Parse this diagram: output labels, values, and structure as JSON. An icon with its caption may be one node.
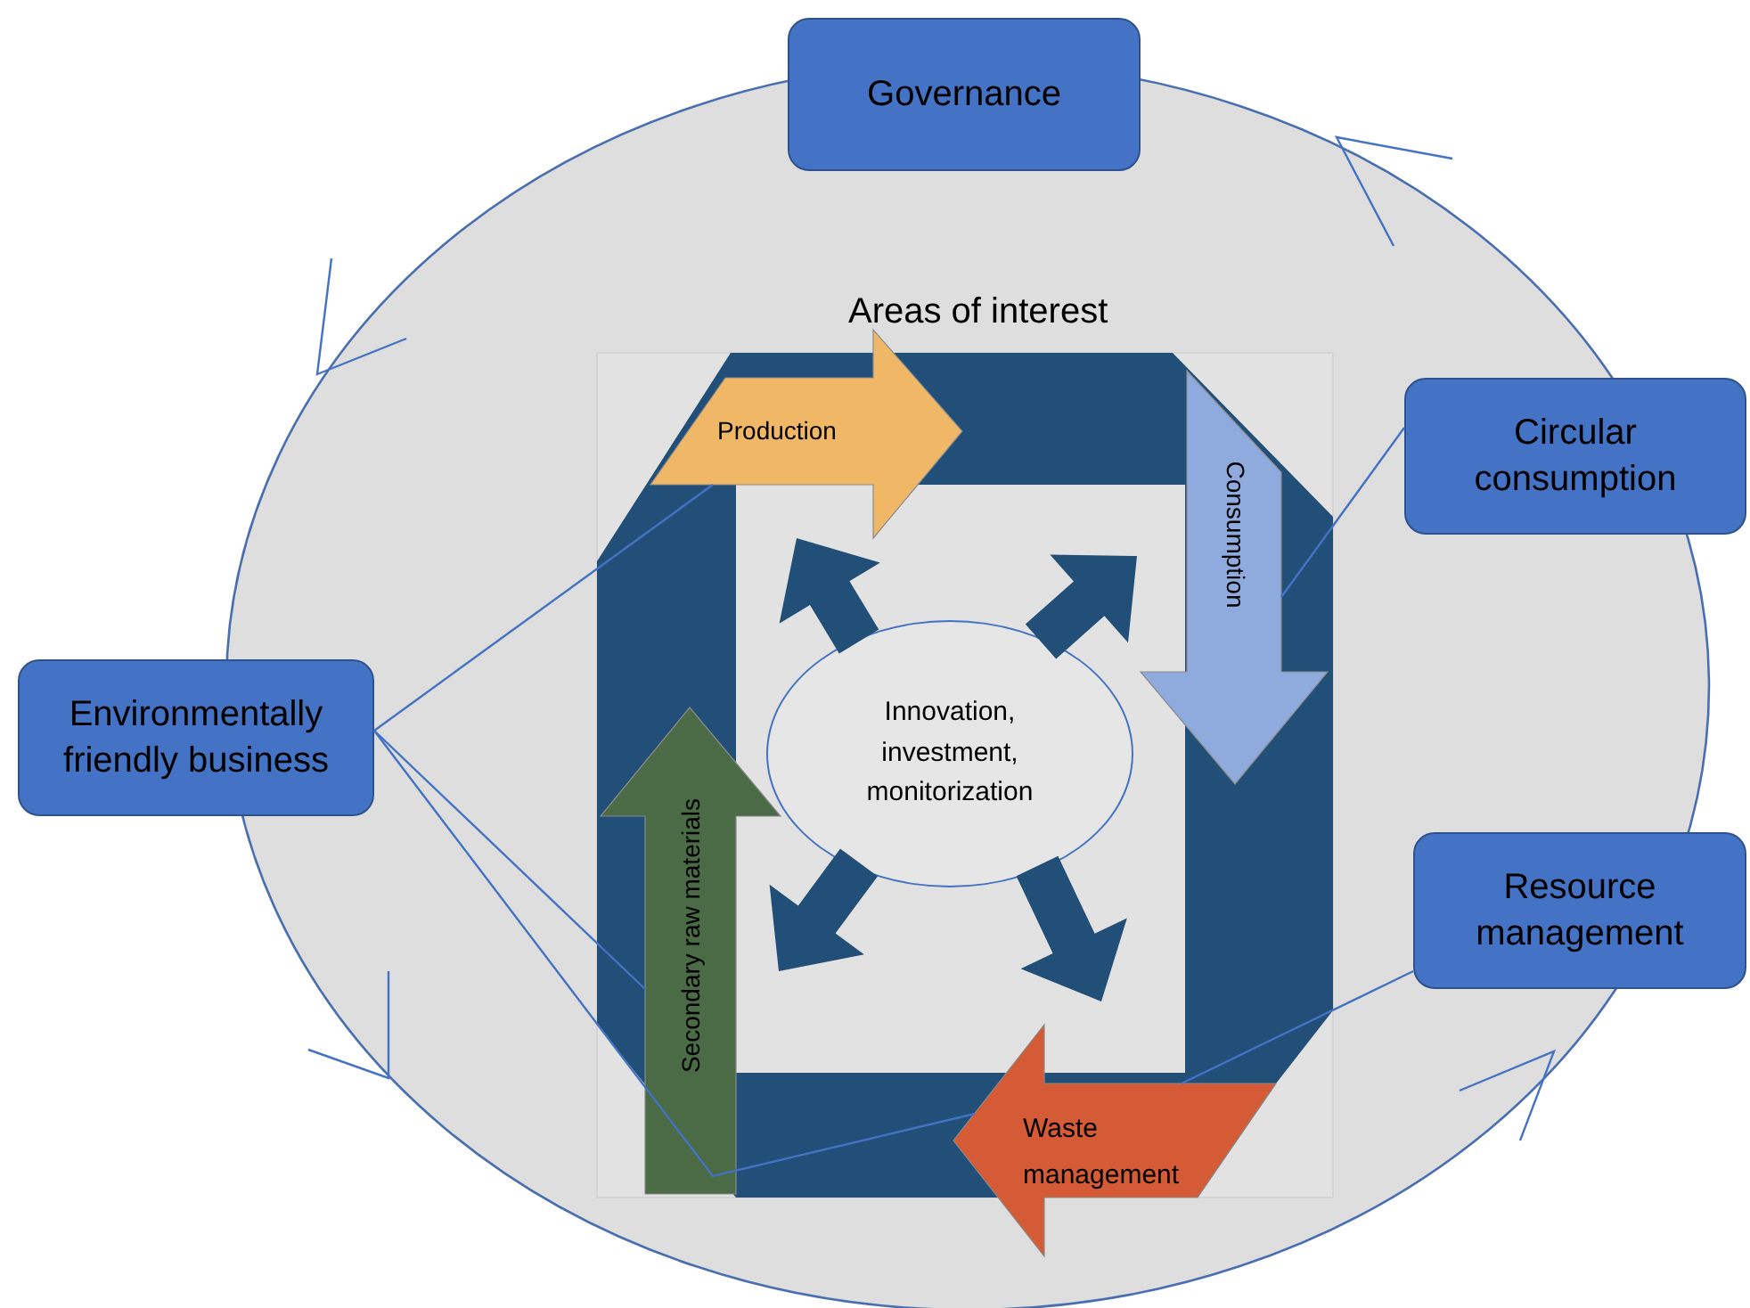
{
  "diagram": {
    "nodes": [
      {
        "text": [
          "Governance"
        ]
      },
      {
        "text": [
          "Circular consumption"
        ]
      },
      {
        "text": [
          "Environmentally friendly business"
        ]
      },
      {
        "text": [
          "Resource management"
        ]
      },
      {
        "text": [
          "Production"
        ]
      },
      {
        "text": [
          "Consumption"
        ]
      },
      {
        "text": [
          "Waste management"
        ]
      },
      {
        "text": [
          "Secondary raw materials"
        ]
      },
      {
        "text": [
          "Innovation, investment, monitorization"
        ]
      }
    ],
    "edges": [
      {
        "from": 1,
        "to": 5,
        "arrow": "none"
      },
      {
        "from": 2,
        "to": 4,
        "arrow": "none"
      },
      {
        "from": 2,
        "to": 7,
        "arrow": "none"
      },
      {
        "from": 2,
        "to": 6,
        "arrow": "none"
      },
      {
        "from": 3,
        "to": 6,
        "arrow": "none"
      },
      {
        "from": 8,
        "to": 4,
        "arrow": "to",
        "style": "thick",
        "color": "#214f78"
      },
      {
        "from": 8,
        "to": 5,
        "arrow": "to",
        "style": "thick",
        "color": "#214f78"
      },
      {
        "from": 8,
        "to": 7,
        "arrow": "to",
        "style": "thick",
        "color": "#214f78"
      },
      {
        "from": 8,
        "to": 6,
        "arrow": "to",
        "style": "thick",
        "color": "#214f78"
      }
    ],
    "labels": [
      "Areas of interest"
    ]
  }
}
